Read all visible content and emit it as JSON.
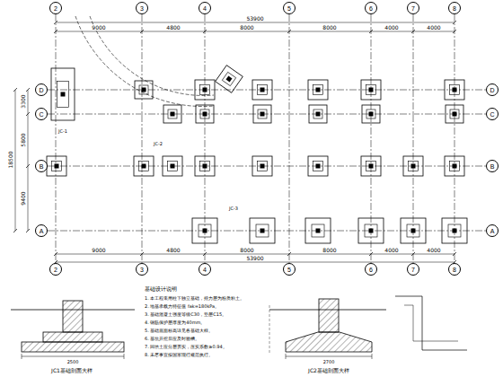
{
  "diagram": {
    "nodes": [
      {
        "text": [
          "2"
        ]
      },
      {
        "text": [
          "3"
        ]
      },
      {
        "text": [
          "4"
        ]
      },
      {
        "text": [
          "5"
        ]
      },
      {
        "text": [
          "6"
        ]
      },
      {
        "text": [
          "7"
        ]
      },
      {
        "text": [
          "8"
        ]
      },
      {
        "text": [
          "D"
        ]
      },
      {
        "text": [
          "C"
        ]
      },
      {
        "text": [
          "B"
        ]
      },
      {
        "text": [
          "A"
        ]
      },
      {
        "text": [
          "D"
        ]
      },
      {
        "text": [
          "C"
        ]
      },
      {
        "text": [
          "B"
        ]
      },
      {
        "text": [
          "A"
        ]
      },
      {
        "text": [
          "2"
        ]
      },
      {
        "text": [
          "3"
        ]
      },
      {
        "text": [
          "4"
        ]
      },
      {
        "text": [
          "5"
        ]
      },
      {
        "text": [
          "6"
        ]
      },
      {
        "text": [
          "7"
        ]
      },
      {
        "text": [
          "8"
        ]
      }
    ],
    "labels": [
      "53900",
      "9000",
      "4800",
      "8000",
      "8000",
      "4000",
      "4000",
      "9000",
      "4800",
      "8000",
      "8000",
      "4000",
      "4000",
      "53900",
      "18500",
      "3300",
      "5800",
      "9400",
      "JC-1",
      "JC-2",
      "JC-3",
      "JC1基础剖面大样",
      "2500",
      "基础设计说明",
      "1. 本工程采用柱下独立基础，持力层为粉质粘土。",
      "2. 地基承载力特征值 fak=180kPa。",
      "3. 基础混凝土强度等级C30，垫层C15。",
      "4. 钢筋保护层厚度为40mm。",
      "5. 基础底面标高详见各基础大样。",
      "6. 基坑开挖后应及时验槽。",
      "7. 回填土应分层夯实，压实系数≥0.94。",
      "8. 未尽事宜按国家现行规范执行。",
      "JC2基础剖面大样",
      "2700"
    ]
  }
}
